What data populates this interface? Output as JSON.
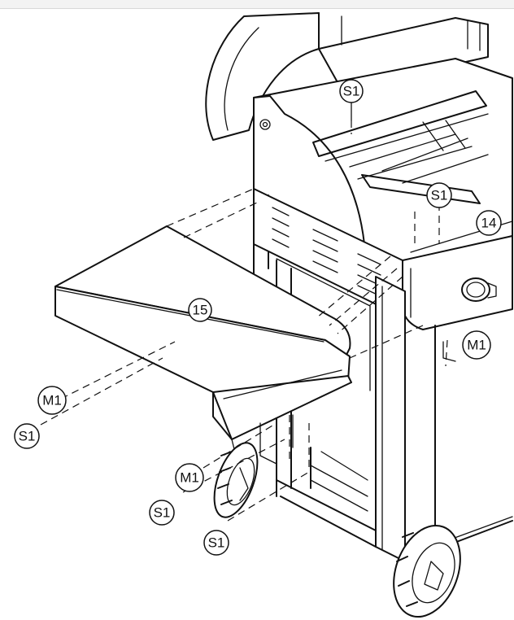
{
  "callouts": {
    "s1_firebox": "S1",
    "s1_burner": "S1",
    "part_14": "14",
    "part_15": "15",
    "m1_right": "M1",
    "m1_left": "M1",
    "s1_left": "S1",
    "m1_lower": "M1",
    "s1_lower_a": "S1",
    "s1_lower_b": "S1"
  }
}
